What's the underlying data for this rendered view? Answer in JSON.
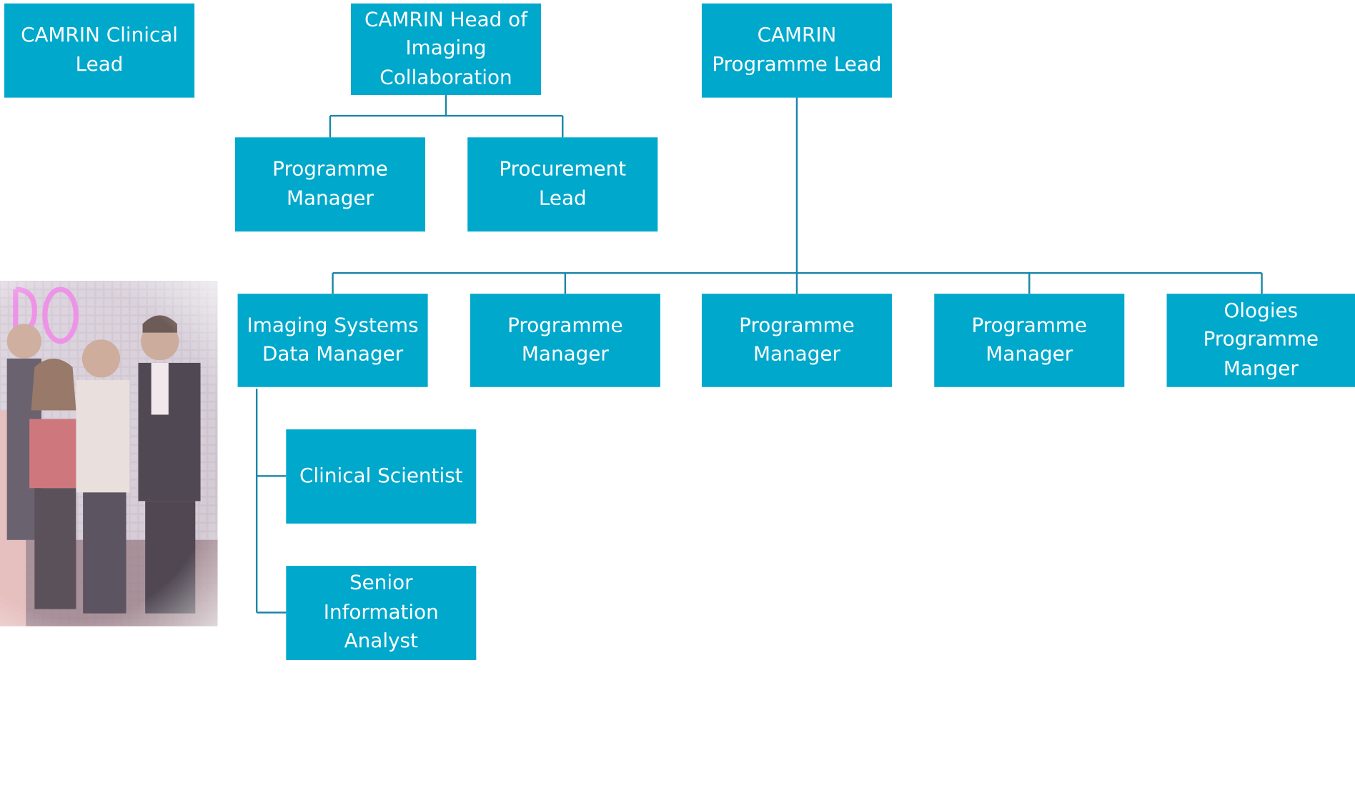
{
  "nodes": {
    "clinical_lead": "CAMRIN Clinical Lead",
    "head_imaging": "CAMRIN Head of Imaging Collaboration",
    "programme_lead": "CAMRIN Programme Lead",
    "pm_left": "Programme Manager",
    "procurement": "Procurement Lead",
    "imaging_systems": "Imaging Systems Data Manager",
    "pm_2": "Programme Manager",
    "pm_3": "Programme Manager",
    "pm_4": "Programme Manager",
    "ologies": "Ologies Programme Manger",
    "clinical_scientist": "Clinical Scientist",
    "senior_analyst": "Senior Information Analyst"
  },
  "colors": {
    "box_fill": "#00a8cc",
    "box_text": "#ffffff",
    "connector": "#1b86a8"
  },
  "photo": {
    "description_icon": "team-photo"
  }
}
